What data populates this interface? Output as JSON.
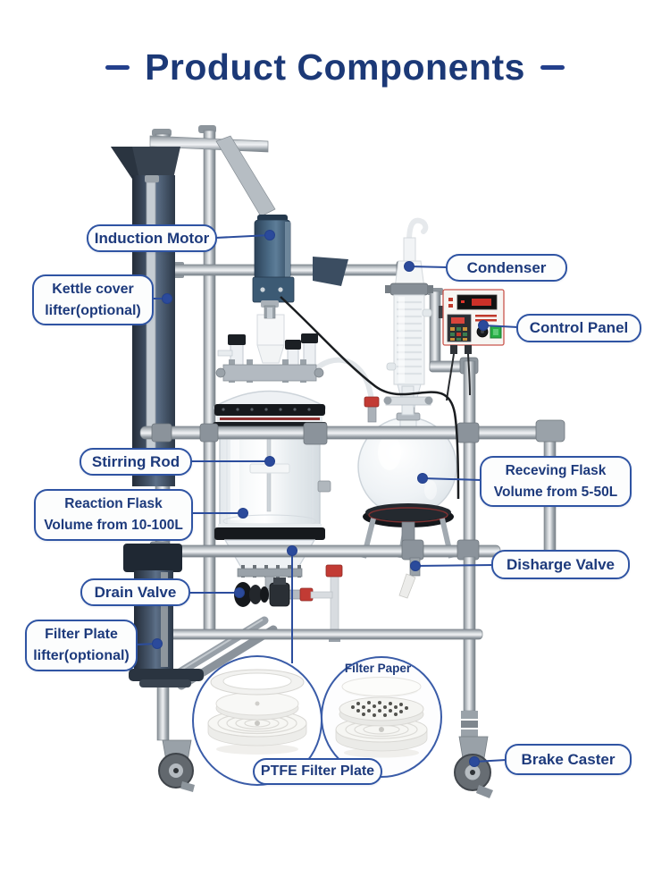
{
  "title": "Product Components",
  "colors": {
    "title_navy": "#1c3977",
    "label_text_navy": "#1d3a7c",
    "label_border_blue": "#2f54a3",
    "leader_blue": "#2c4d9d",
    "machine_dark_blue": "#37424f",
    "motor_steel_blue": "#3e5f7e",
    "red_accent": "#c23b34",
    "glass": "#eef1f4",
    "steel": "#b9c0c6"
  },
  "labels": {
    "induction_motor": "Induction Motor",
    "kettle_cover_lifter": "Kettle cover\nlifter(optional)",
    "condenser": "Condenser",
    "control_panel": "Control Panel",
    "stirring_rod": "Stirring Rod",
    "reaction_flask": "Reaction Flask\nVolume from 10-100L",
    "receving_flask": "Receving Flask\nVolume from 5-50L",
    "disharge_valve": "Disharge Valve",
    "drain_valve": "Drain Valve",
    "filter_plate_lifter": "Filter Plate\nlifter(optional)",
    "filter_paper": "Filter Paper",
    "ptfe_filter_plate": "PTFE Filter Plate",
    "brake_caster": "Brake Caster"
  }
}
